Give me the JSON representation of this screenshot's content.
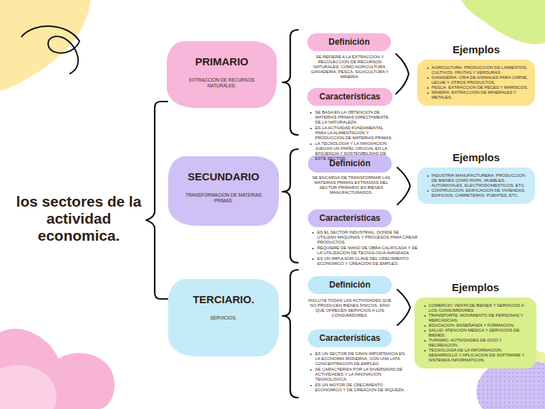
{
  "diagram": {
    "title": "los sectores de la actividad economica.",
    "nodes": [
      {
        "text": [
          "PRIMARIO",
          "EXTRACCION DE RECURSOS NATURALES."
        ]
      },
      {
        "text": [
          "Definición"
        ]
      },
      {
        "text": [
          "Características"
        ]
      },
      {
        "text": [
          "Ejemplos",
          "AGRICULTURA: PRODUCCION DE LAIMENTOS, CULTIVOS, FRUTAS Y VERDURAS.",
          "GANADERIA: CRIA DE ANIMALES PARA CARNE, LECHE Y OTROS PRODUCTOS.",
          "PESCA: EXTRACCION DE PECES Y MARISCOS.",
          "MINERIA: EXTRACCION DE MINERALES Y METALES."
        ]
      },
      {
        "text": [
          "SECUNDARIO",
          "TRANSFORMACION DE MATERIAS PRIMAS."
        ]
      },
      {
        "text": [
          "Definición"
        ]
      },
      {
        "text": [
          "Características"
        ]
      },
      {
        "text": [
          "Ejemplos",
          "INDUSTRIA MANUFACTURERA: PRODUCCION DE BIENES COMO ROPA, MUEBLES, AUTOMOVILES, ELECTRODOMESTICOS, ETC.",
          "CONTRUCCION: EDIFICACION DE VIVIENDAS, EDIFICIOS, CARRETERAS, PUENTES, ETC."
        ]
      },
      {
        "text": [
          "TERCIARIO.",
          "SERVICIOS."
        ]
      },
      {
        "text": [
          "Definición"
        ]
      },
      {
        "text": [
          "Características"
        ]
      },
      {
        "text": [
          "Ejemplos",
          "COMERCIO: VENTA DE BIENES Y SERVICIOS A LOS CONSUMIDORES.",
          "TRANSPORTE: MOVIMIENTO DE PERSONAS Y MERCANCIAS.",
          "EDUCACION: ENSEÑANZA Y FORMACION.",
          "SALUD: ATENCION MEDICA Y SERVICIOS DE BIENES.",
          "TURISMO: ACTIVIDADES DE OCIO Y RECREACION.",
          "TECNOLOGIA DE LA INFORMACION: DESARROLLO Y APLICACION DE SOFTWARE Y SISTEMAS INFORMATICOS."
        ]
      }
    ],
    "labels": [
      "SE REFIERE A LA EXTRACCION Y RECOLECCION DE RECURSOS NATURALES, COMO AGRICULTURA, GANADERIA, PESCA, SILVICULTURA Y MINERIA.",
      "SE BASA EN LA OBTENCION DE MATERIAS PRIMAS DIRECTAMENTE DE LA NATURALEZA.",
      "ES LA ACTIVIDAD FUNDAMENTAL PARA LA ALIMENTACION Y PRODUCCION DE MATERIAS PRIMAS.",
      "LA TECNOLOGIA Y LA INNOVACION JUEGAN UN PAPEL CRUCIAL EN LA EFICIENCIA Y SOSTENIBILIDAD DE ESTE SECTOR.",
      "SE ENCARGA DE TRANSFORMAR LAS MATERIAS PRIMAS EXTRAIDAS DEL SECTOR PRIMARIO EN BIENES MANUFACTURADOS.",
      "ES EL SECTOR INDUSTRIAL, DONDE SE UTILIZAN MAQUINAS Y PROCESOS PARA CREAR PRODUCTOS.",
      "REQUIERE DE MANO DE OBRA CALIFICADA Y DE LA UTILIZACION DE TECNOLOGIA AVANZADA.",
      "ES UN IMPULSOR CLAVE DEL CRECIMIENTO ECONOMICO Y CREACION DE EMPLEO.",
      "INCLUYE TODAS LAS ACTIVIDADES QUE NO PRODUCEN BIENES FISICOS, SINO QUE OFRECEN SERVICIOS A LOS CONSUMIDORES.",
      "ES UN SECTOR DE GRAN IMPORTANCIA EN LA ECONOMIA MODERNA, CON UNA LATA CONCENTRACION DE EMPLEO.",
      "SE CARACTERIZA POR LA DIVERSIDAD DE ACTIVIDADES Y LA INNOVACION TEGNOLOGICA.",
      "ES UN MOTOR DE CRECIMIENTO ECONOMICO Y DE CREACION DE RIQUEZA."
    ]
  }
}
